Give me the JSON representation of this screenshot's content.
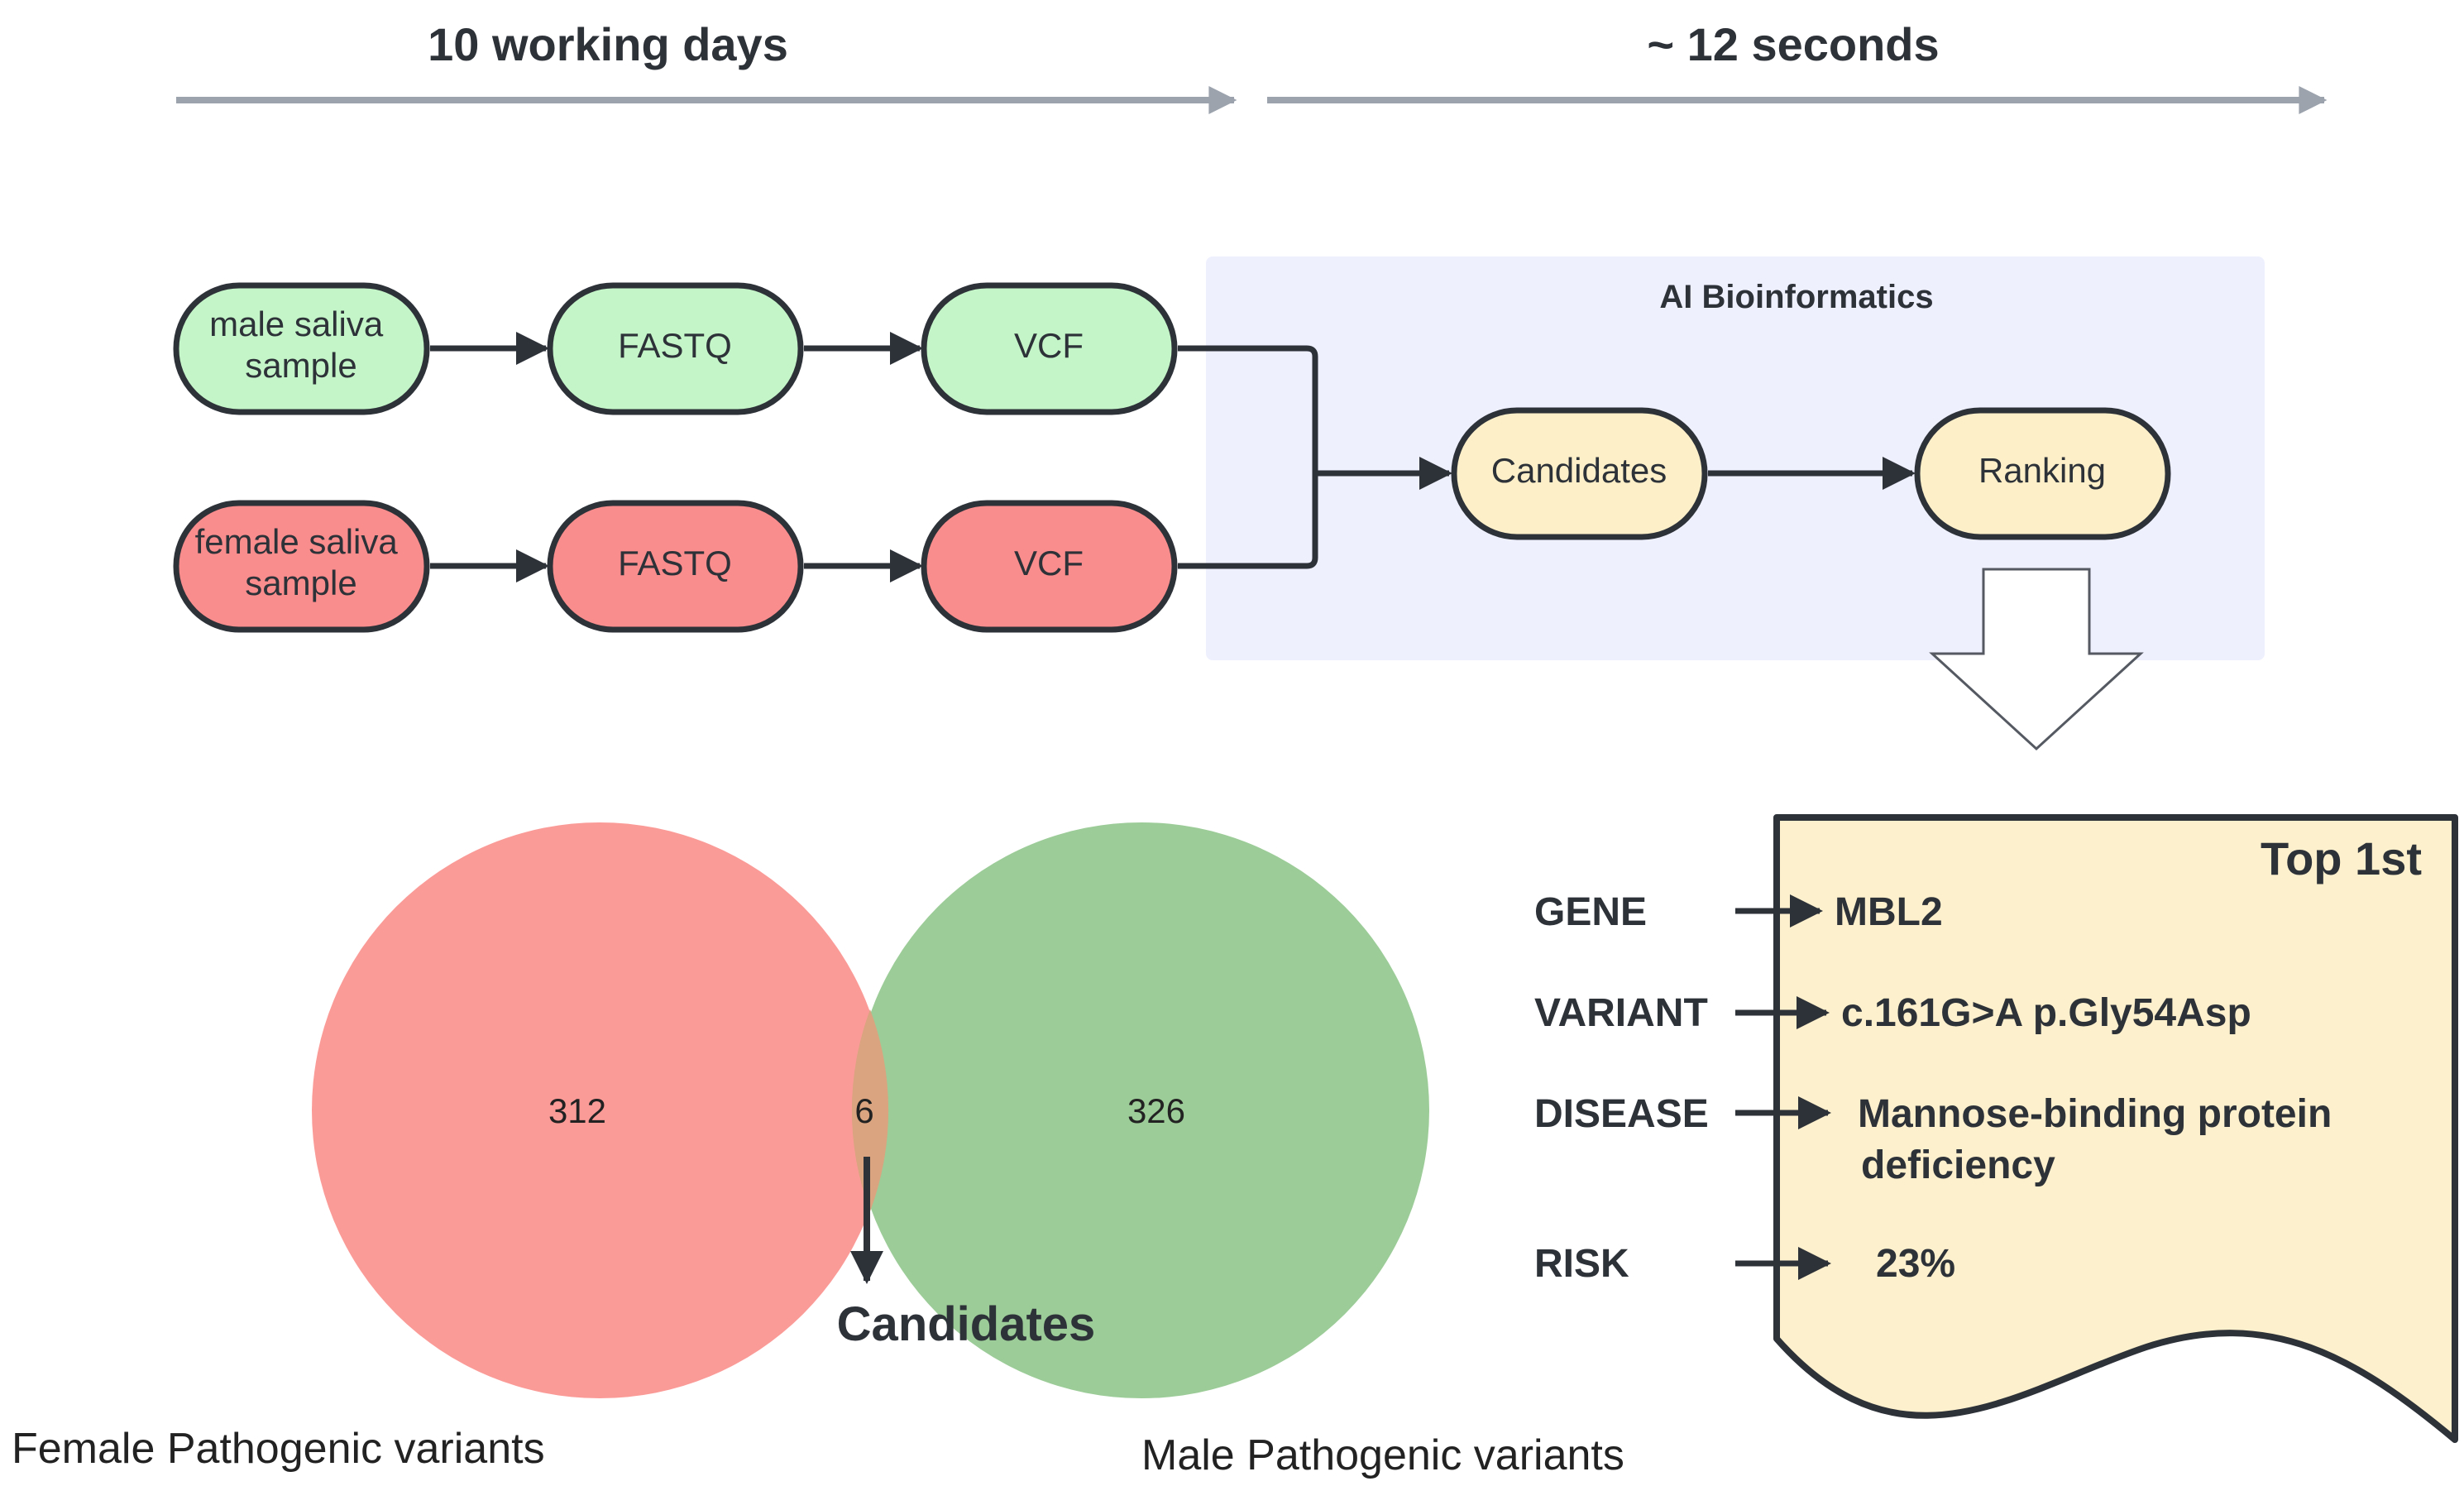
{
  "timeline": {
    "left_label": "10 working days",
    "right_label": "~ 12 seconds"
  },
  "pipeline": {
    "male": {
      "sample": [
        "male saliva",
        "sample"
      ],
      "fastq": "FASTQ",
      "vcf": "VCF"
    },
    "female": {
      "sample": [
        "female saliva",
        "sample"
      ],
      "fastq": "FASTQ",
      "vcf": "VCF"
    }
  },
  "ai_panel": {
    "title": "AI Bioinformatics",
    "candidates": "Candidates",
    "ranking": "Ranking"
  },
  "venn": {
    "female_count": "312",
    "shared_count": "6",
    "male_count": "326",
    "candidates_label": "Candidates",
    "female_caption": "Female Pathogenic variants",
    "male_caption": "Male Pathogenic variants"
  },
  "result": {
    "header": "Top 1st",
    "fields": [
      {
        "key": "GENE",
        "value": [
          "MBL2"
        ]
      },
      {
        "key": "VARIANT",
        "value": [
          "c.161G>A p.Gly54Asp"
        ]
      },
      {
        "key": "DISEASE",
        "value": [
          "Mannose-binding protein",
          "deficiency"
        ]
      },
      {
        "key": "RISK",
        "value": [
          "23%"
        ]
      }
    ]
  },
  "colors": {
    "male_fill": "#c4f5c8",
    "female_fill": "#f98c8c",
    "ai_panel_bg": "#eff0fe",
    "ai_node_fill": "#fdf0c9",
    "venn_female": "#fb9b98",
    "venn_male": "#9ccc98",
    "venn_overlap": "#d9a47f",
    "result_fill": "#fdf0cc",
    "stroke": "#2d3138",
    "timeline_arrow": "#9ca3ad"
  }
}
